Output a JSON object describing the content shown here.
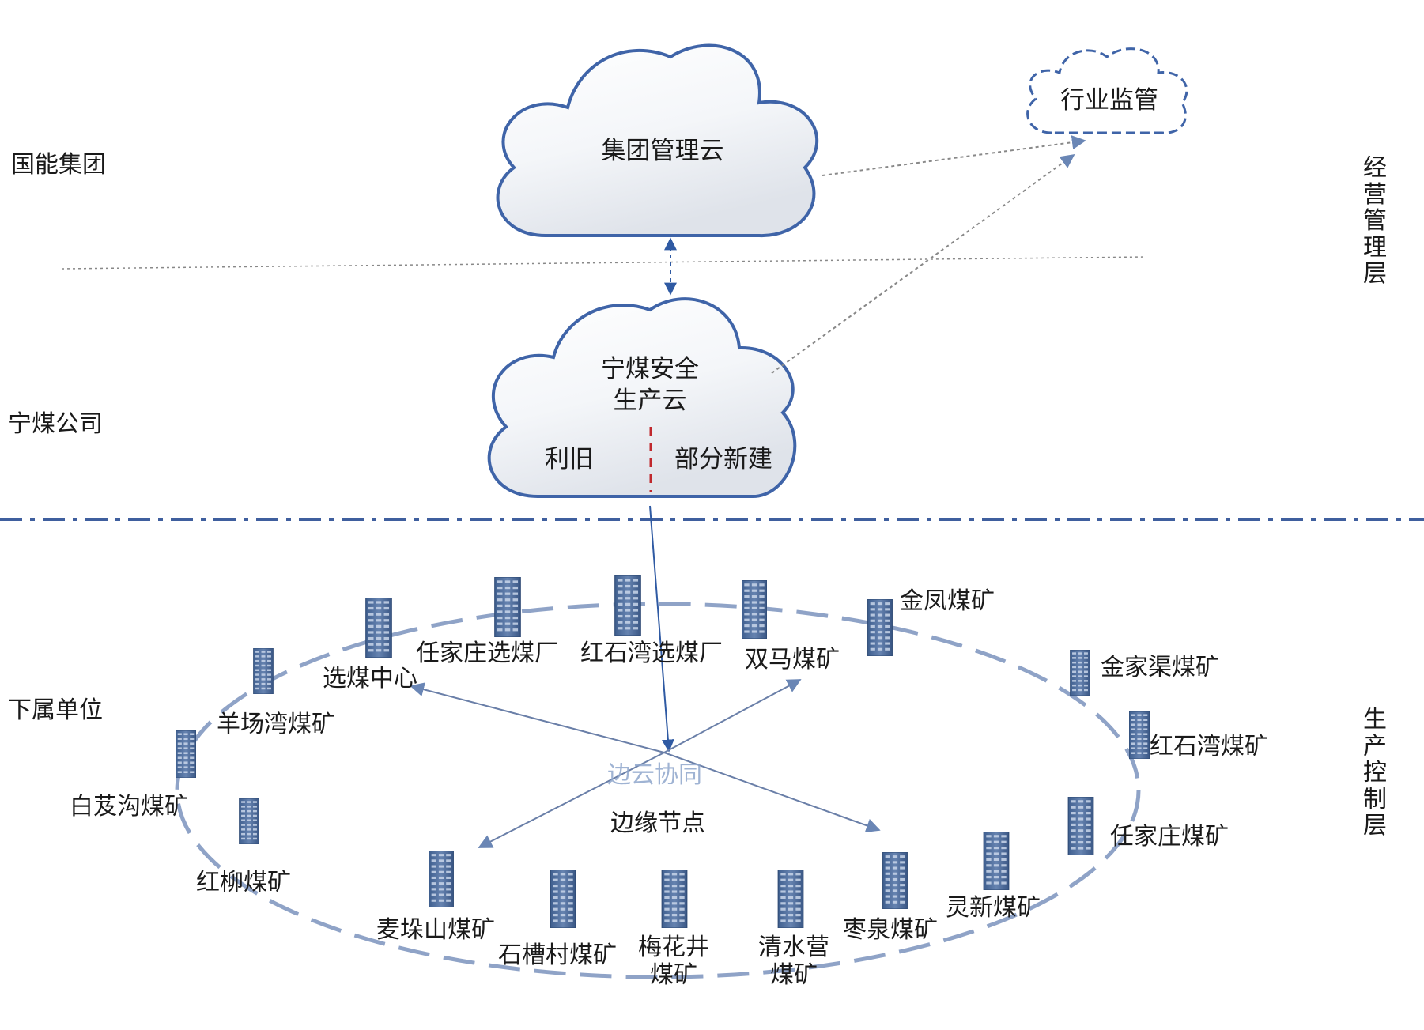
{
  "layers": {
    "group": "国能集团",
    "company": "宁煤公司",
    "units": "下属单位",
    "mgmt": "经营管理层",
    "prod": "生产控制层"
  },
  "clouds": {
    "group_cloud": "集团管理云",
    "regulator": "行业监管",
    "safety_line1": "宁煤安全",
    "safety_line2": "生产云",
    "reuse": "利旧",
    "new_build": "部分新建"
  },
  "center": {
    "edge_cloud": "边云协同",
    "edge_node": "边缘节点"
  },
  "units": [
    {
      "id": "jinfeng",
      "name": "金凤煤矿"
    },
    {
      "id": "jinjiaqu",
      "name": "金家渠煤矿"
    },
    {
      "id": "hongshiwan-mine",
      "name": "红石湾煤矿"
    },
    {
      "id": "renjiazhuang-mine",
      "name": "任家庄煤矿"
    },
    {
      "id": "lingxin",
      "name": "灵新煤矿"
    },
    {
      "id": "zaoquan",
      "name": "枣泉煤矿"
    },
    {
      "id": "qingshuiying",
      "name": "清水营煤矿"
    },
    {
      "id": "meihuajing",
      "name": "梅花井煤矿"
    },
    {
      "id": "shicaocun",
      "name": "石槽村煤矿"
    },
    {
      "id": "maiduoshan",
      "name": "麦垛山煤矿"
    },
    {
      "id": "hongliu",
      "name": "红柳煤矿"
    },
    {
      "id": "baijigou",
      "name": "白芨沟煤矿"
    },
    {
      "id": "yangchangwan",
      "name": "羊场湾煤矿"
    },
    {
      "id": "xuanmei-center",
      "name": "选煤中心"
    },
    {
      "id": "renjiazhuang-plant",
      "name": "任家庄选煤厂"
    },
    {
      "id": "hongshiwan-plant",
      "name": "红石湾选煤厂"
    },
    {
      "id": "shuangma",
      "name": "双马煤矿"
    }
  ],
  "colors": {
    "cloud_border": "#3f64a8",
    "arrow": "#6a7fa8",
    "dash_divider": "#3f5f9e",
    "red_divider": "#c0282d",
    "building": "#4e6d9c",
    "ellipse": "#8fa3c7"
  }
}
